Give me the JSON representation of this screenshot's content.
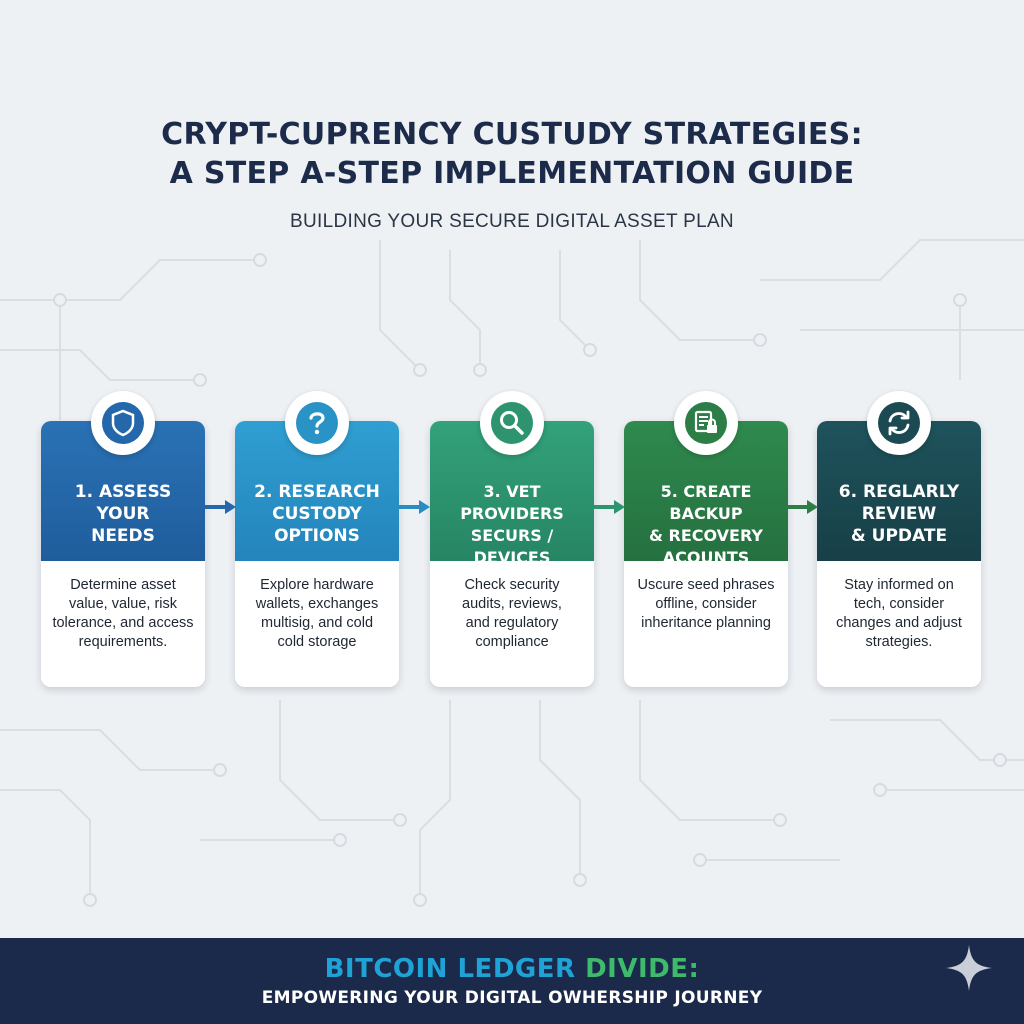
{
  "header": {
    "title_line1": "CRYPT-CUPRENCY CUSTUDY STRATEGIES:",
    "title_line2": "A STEP A-STEP IMPLEMENTATION GUIDE",
    "subtitle": "BUILDING YOUR SECURE DIGITAL ASSET PLAN"
  },
  "steps": [
    {
      "title": [
        "1. ASSESS",
        "YOUR",
        "NEEDS"
      ],
      "description": [
        "Determine asset",
        "value, value, risk",
        "tolerance, and access",
        "requirements."
      ],
      "icon": "shield-icon",
      "color": "#2467aa"
    },
    {
      "title": [
        "2. RESEARCH",
        "CUSTODY",
        "OPTIONS"
      ],
      "description": [
        "Explore hardware",
        "wallets, exchanges",
        "multisig, and cold",
        "cold storage"
      ],
      "icon": "question-icon",
      "color": "#2a93c6"
    },
    {
      "title": [
        "3. VET PROVIDERS",
        "SECURS /",
        "DEVICES"
      ],
      "description": [
        "Check security",
        "audits, reviews,",
        "and regulatory",
        "compliance"
      ],
      "icon": "magnifier-icon",
      "color": "#2e9470"
    },
    {
      "title": [
        "5. CREATE BACKUP",
        "& RECOVERY",
        "ACOUNTS"
      ],
      "description": [
        "Uscure seed phrases",
        "offline, consider",
        "inheritance planning"
      ],
      "icon": "document-lock-icon",
      "color": "#2c7d46"
    },
    {
      "title": [
        "6. REGLARLY",
        "REVIEW",
        "& UPDATE"
      ],
      "description": [
        "Stay informed on",
        "tech, consider",
        "changes and adjust",
        "strategies."
      ],
      "icon": "refresh-icon",
      "color": "#1c4a52"
    }
  ],
  "footer": {
    "brand_part1": "BITCOIN LEDGER",
    "brand_part2": "DIVIDE:",
    "tagline": "EMPOWERING YOUR DIGITAL OWHERSHIP JOURNEY"
  },
  "colors": {
    "title": "#1d2b4a",
    "footer_bg": "#1b2a4a",
    "brand_blue": "#1fa3d6",
    "brand_green": "#3dba6a"
  }
}
